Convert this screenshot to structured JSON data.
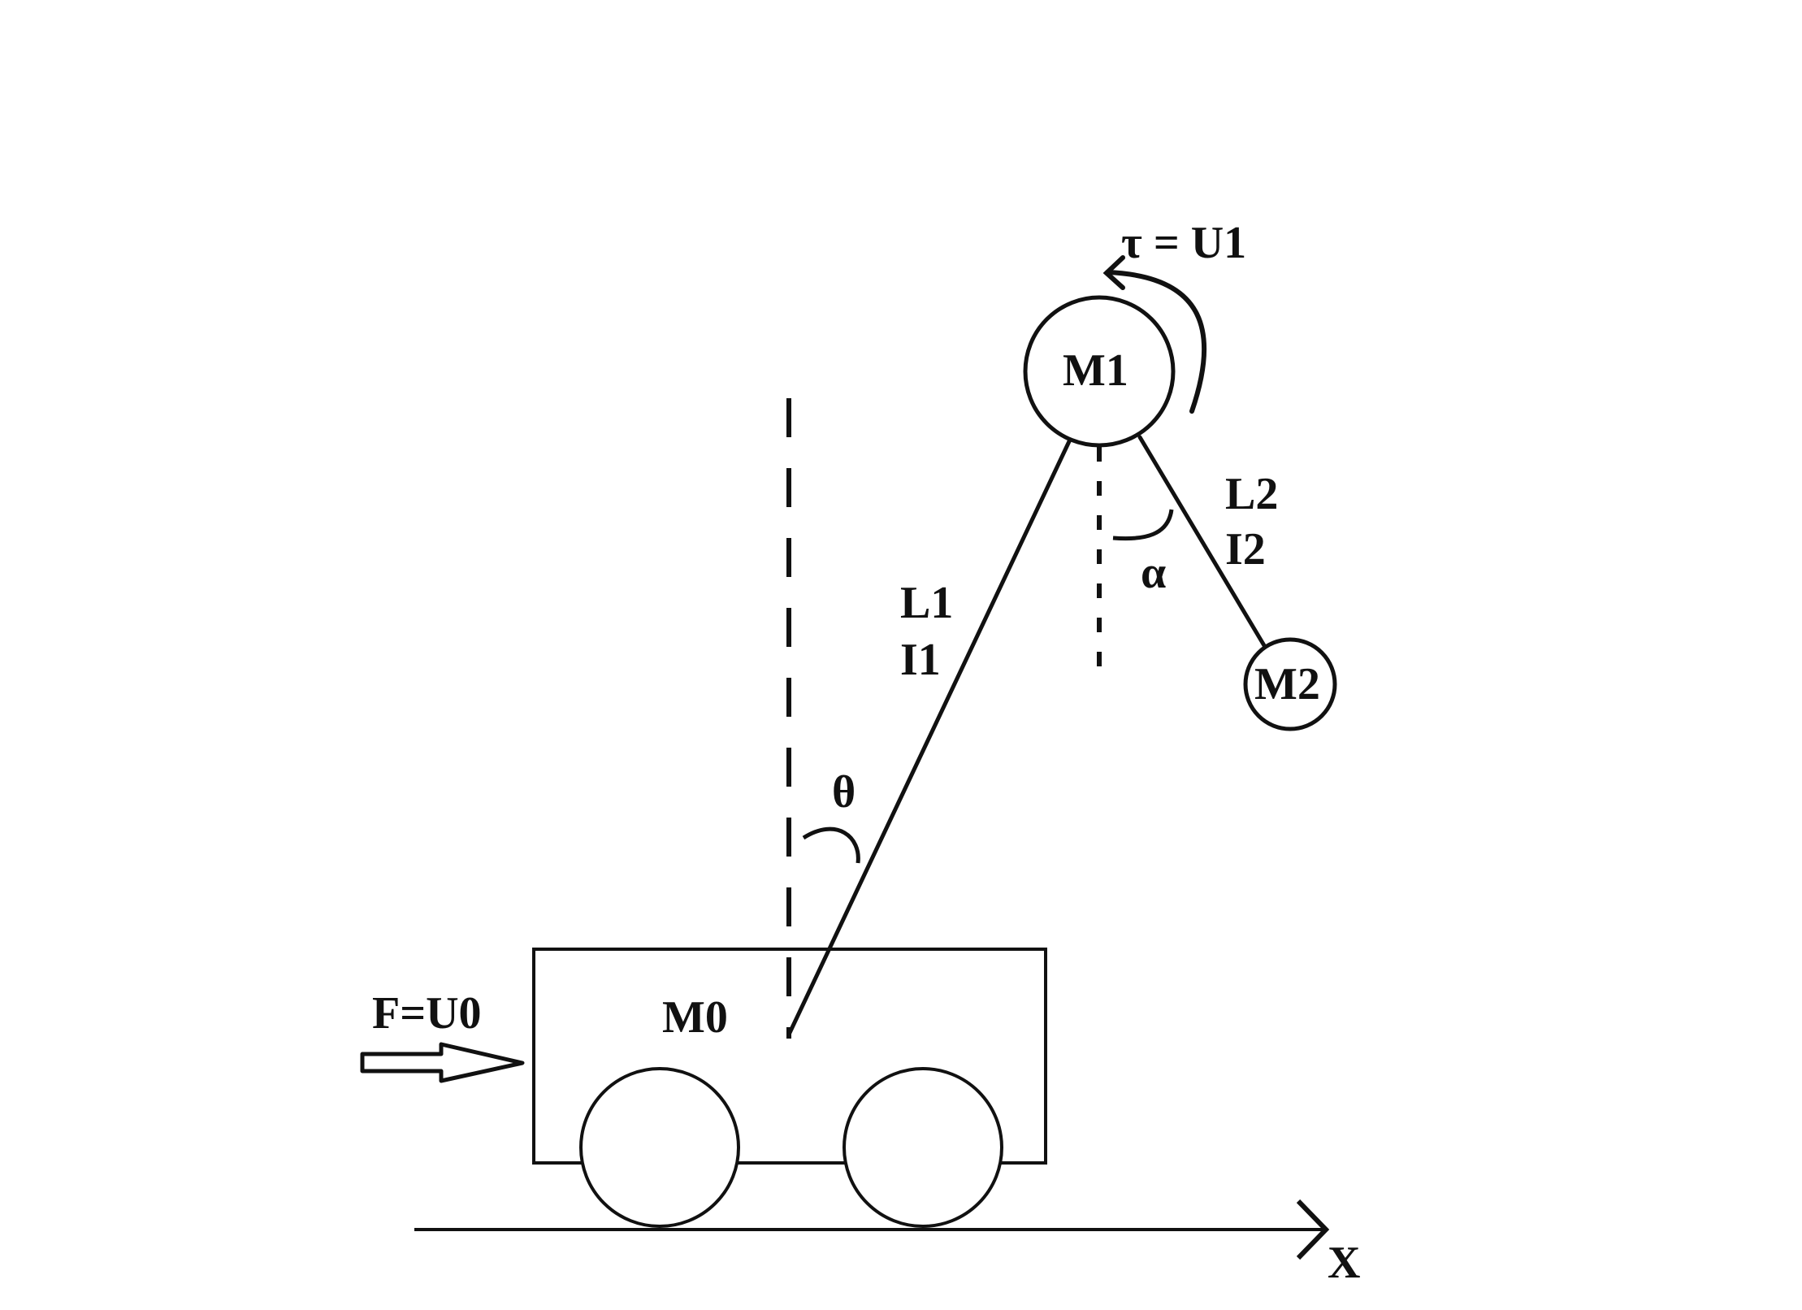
{
  "labels": {
    "tau": "τ = U1",
    "m1": "M1",
    "m2": "M2",
    "m0": "M0",
    "l1": "L1",
    "i1": "I1",
    "l2": "L2",
    "i2": "I2",
    "alpha": "α",
    "theta": "θ",
    "force": "F=U0",
    "x_axis": "X"
  },
  "colors": {
    "ink": "#111111",
    "background": "#ffffff"
  }
}
